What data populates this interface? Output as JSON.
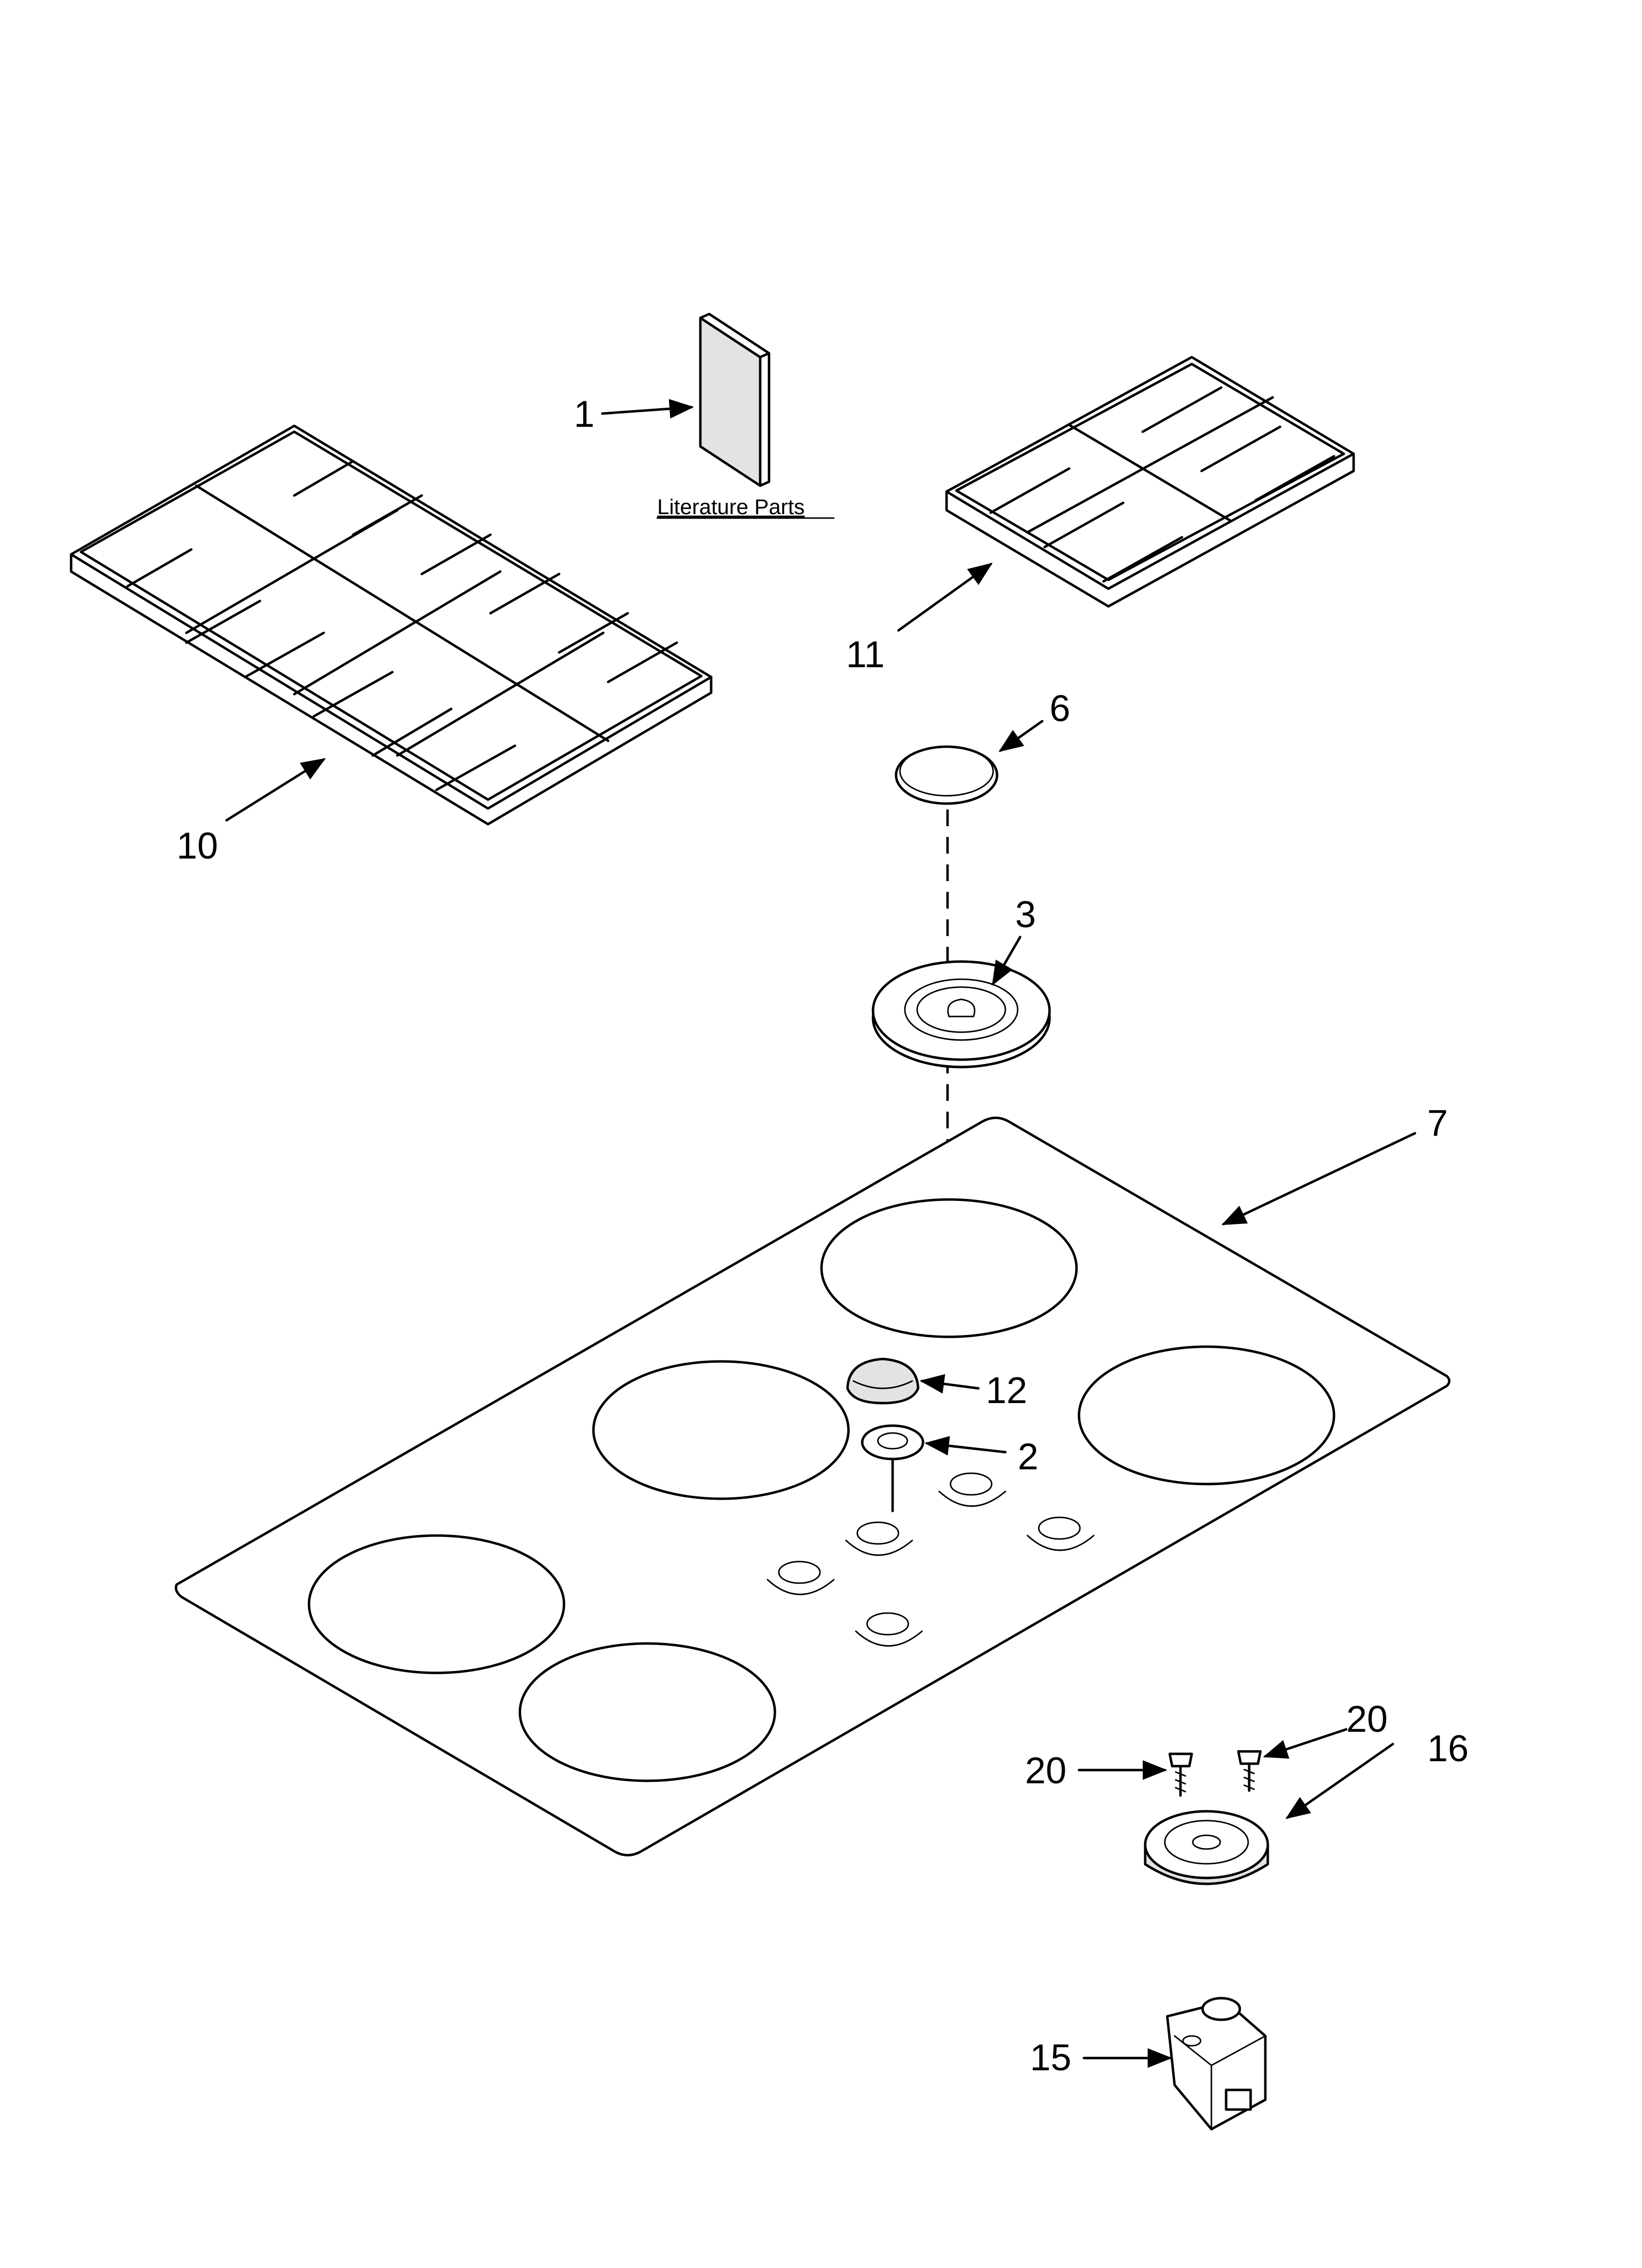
{
  "diagram": {
    "literature_label": "Literature Parts",
    "callouts": {
      "c1": "1",
      "c2": "2",
      "c3": "3",
      "c6": "6",
      "c7": "7",
      "c10": "10",
      "c11": "11",
      "c12": "12",
      "c15": "15",
      "c16": "16",
      "c20a": "20",
      "c20b": "20"
    }
  }
}
